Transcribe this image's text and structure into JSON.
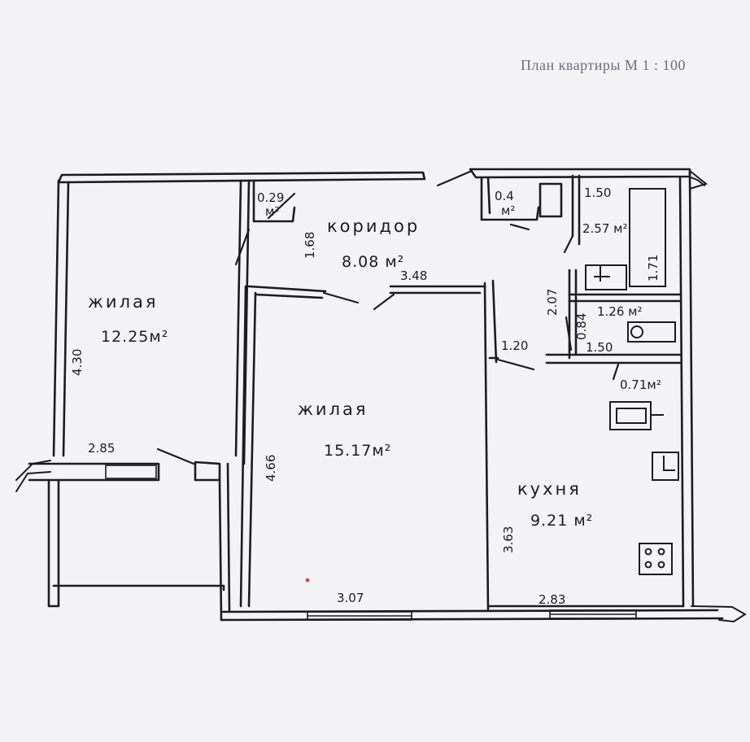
{
  "caption": "План квартиры  М  1 : 100",
  "rooms": {
    "living_left": {
      "label": "жилая",
      "area": "12.25м²"
    },
    "corridor": {
      "label": "коридор",
      "area": "8.08 м²"
    },
    "living_center": {
      "label": "жилая",
      "area": "15.17м²"
    },
    "kitchen": {
      "label": "кухня",
      "area": "9.21 м²"
    },
    "closet_left": {
      "area_top": "0.29",
      "area_bottom": "м²"
    },
    "closet_right": {
      "area_top": "0.4",
      "area_bottom": "м²"
    },
    "bathroom": {
      "area": "2.57 м²"
    },
    "toilet": {
      "area": "1.26 м²"
    },
    "niche": {
      "area": "0.71м²"
    }
  },
  "dimensions": {
    "left_height": "4.30",
    "left_width": "2.85",
    "corridor_height": "1.68",
    "corridor_width": "3.48",
    "center_height": "4.66",
    "center_width": "3.07",
    "kitchen_height": "3.63",
    "kitchen_width": "2.83",
    "kitchen_door": "1.20",
    "bath_width": "1.50",
    "bath_depth": "1.71",
    "bath_corridor": "2.07",
    "toilet_height": "0.84",
    "toilet_width": "1.50"
  }
}
